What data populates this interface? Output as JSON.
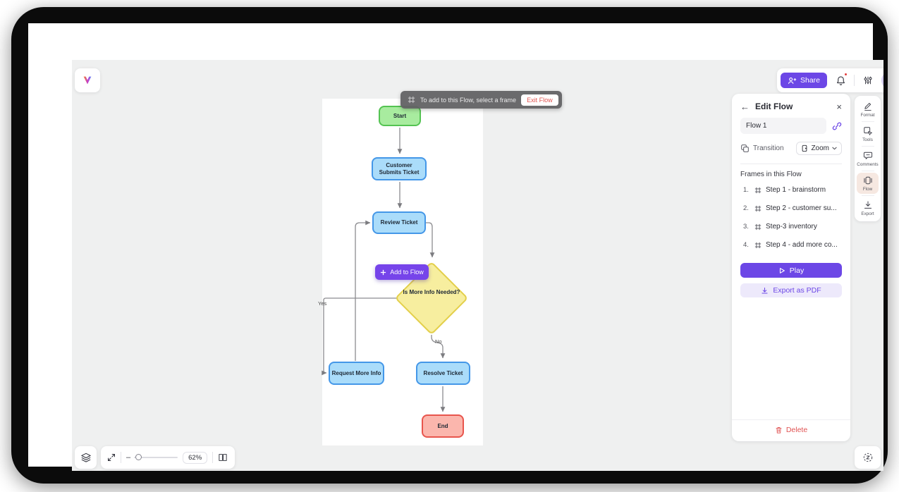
{
  "icons": {
    "close": "×",
    "back": "←",
    "minus": "–"
  },
  "colors": {
    "accent_purple": "#6C47E6",
    "add_flow_purple": "#7644EA",
    "danger_red": "#E05252",
    "node_green_fill": "#A8EC9F",
    "node_green_border": "#54C352",
    "node_blue_fill": "#AADCFA",
    "node_blue_border": "#4497E8",
    "node_yellow_fill": "#F7EE9F",
    "node_yellow_border": "#E3CF4B",
    "node_red_fill": "#FBB6AD",
    "node_red_border": "#E8554D",
    "flow_rail_active_bg": "#F6E8E1"
  },
  "topbar": {
    "share_label": "Share",
    "notification_message": "To add to this Flow, select a frame",
    "exit_flow_label": "Exit Flow"
  },
  "flowchart": {
    "start": "Start",
    "submit": "Customer Submits Ticket",
    "review": "Review Ticket",
    "decision": "Is More Info Needed?",
    "request": "Request More Info",
    "resolve": "Resolve Ticket",
    "end": "End",
    "yes_label": "Yes",
    "no_label": "No",
    "add_to_flow_label": "Add to Flow"
  },
  "panel": {
    "title": "Edit Flow",
    "flow_name": "Flow 1",
    "transition_label": "Transition",
    "transition_value": "Zoom",
    "frames_heading": "Frames in this Flow",
    "frames": [
      {
        "num": "1.",
        "label": "Step 1 - brainstorm"
      },
      {
        "num": "2.",
        "label": "Step 2 - customer su..."
      },
      {
        "num": "3.",
        "label": "Step-3 inventory"
      },
      {
        "num": "4.",
        "label": "Step 4 - add more co..."
      }
    ],
    "play_label": "Play",
    "export_label": "Export as PDF",
    "delete_label": "Delete"
  },
  "rail": {
    "items": [
      {
        "label": "Format"
      },
      {
        "label": "Tools"
      },
      {
        "label": "Comments"
      },
      {
        "label": "Flow",
        "active": true
      },
      {
        "label": "Export"
      }
    ]
  },
  "statusbar": {
    "zoom_level": "62%"
  }
}
